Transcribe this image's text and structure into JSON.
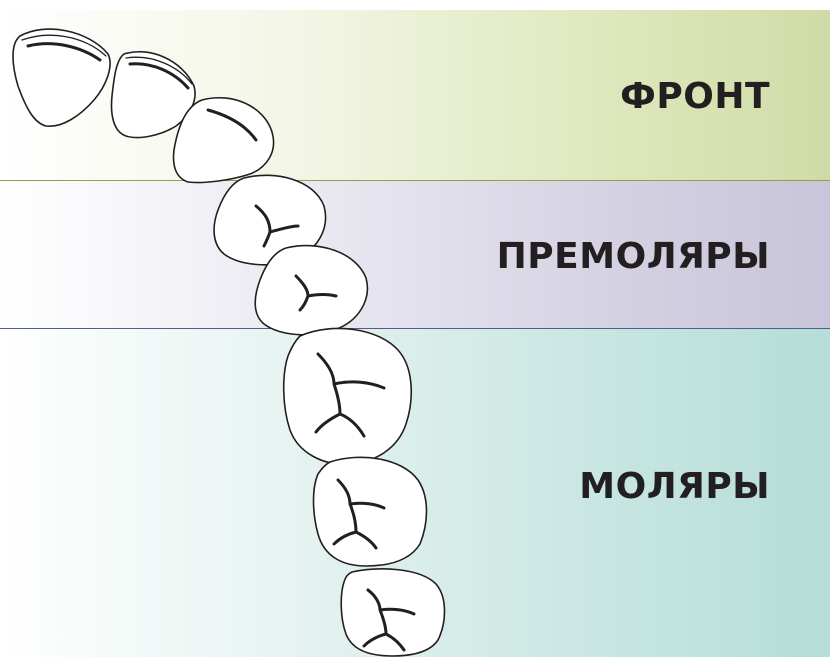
{
  "zones": {
    "front": {
      "label": "ФРОНТ",
      "color": "#cfdca6"
    },
    "premolars": {
      "label": "ПРЕМОЛЯРЫ",
      "color": "#c8c5da"
    },
    "molars": {
      "label": "МОЛЯРЫ",
      "color": "#b6ddd8"
    }
  },
  "teeth": [
    {
      "name": "central-incisor",
      "zone": "front"
    },
    {
      "name": "lateral-incisor",
      "zone": "front"
    },
    {
      "name": "canine",
      "zone": "front"
    },
    {
      "name": "first-premolar",
      "zone": "premolars"
    },
    {
      "name": "second-premolar",
      "zone": "premolars"
    },
    {
      "name": "first-molar",
      "zone": "molars"
    },
    {
      "name": "second-molar",
      "zone": "molars"
    },
    {
      "name": "third-molar",
      "zone": "molars"
    }
  ]
}
